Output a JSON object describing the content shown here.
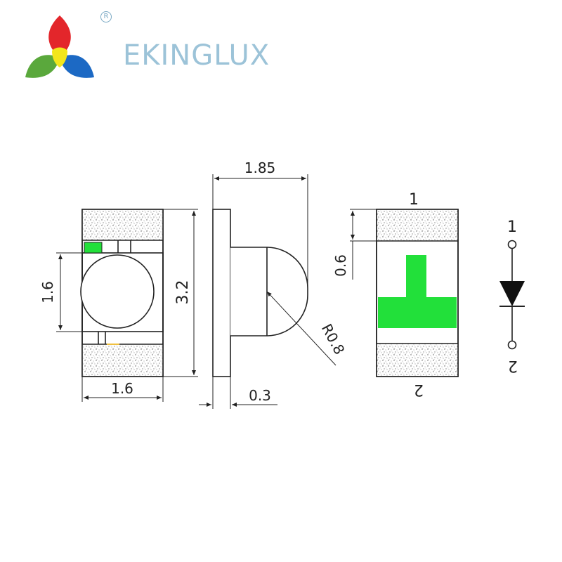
{
  "brand": {
    "name": "EKINGLUX",
    "registered_mark": "R",
    "logo_colors": {
      "top": "#e3262b",
      "left": "#5aa83c",
      "right": "#1c69c4",
      "center": "#f2e61c"
    }
  },
  "drawing": {
    "colors": {
      "outline": "#222222",
      "chip_green": "#22e03a",
      "stipple": "#666666"
    },
    "top_view": {
      "width_label": "1.6",
      "lens_label": "1.6",
      "height_label": "3.2"
    },
    "side_view": {
      "depth_label": "1.85",
      "base_label": "0.3",
      "radius_label": "R0.8"
    },
    "bottom_view": {
      "pad_label": "0.6",
      "pin_top_label": "1",
      "pin_bottom_label": "2"
    },
    "symbol": {
      "pin_top_label": "1",
      "pin_bottom_label": "2"
    }
  }
}
